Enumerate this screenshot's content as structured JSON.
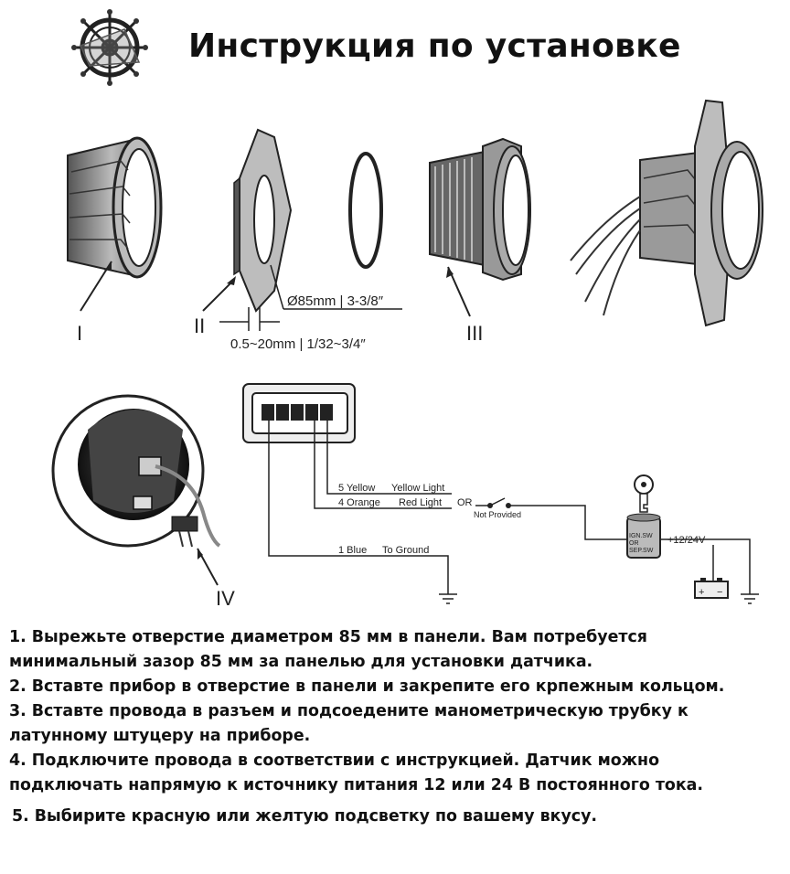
{
  "header": {
    "title": "Инструкция по установке"
  },
  "diagram": {
    "part_labels": [
      "I",
      "II",
      "III",
      "IV"
    ],
    "dimensions": {
      "hole": "Ø85mm | 3-3/8″",
      "panel": "0.5~20mm | 1/32~3/4″"
    },
    "wiring": {
      "wire5_number_color": "5 Yellow",
      "wire5_function": "Yellow Light",
      "wire4_number_color": "4 Orange",
      "wire4_function": "Red Light",
      "wire1_number_color": "1 Blue",
      "wire1_function": "To Ground",
      "or_label": "OR",
      "not_provided": "Not Provided",
      "switch_label_1": "IGN.SW",
      "switch_label_2": "OR",
      "switch_label_3": "SEP.SW",
      "supply": "+12/24V",
      "battery_plus": "+",
      "battery_minus": "−"
    }
  },
  "instructions": {
    "step1_line1": "1. Вырежьте отверстие диаметром 85 мм в панели. Вам потребуется",
    "step1_line2": "минимальный зазор 85 мм за панелью для установки датчика.",
    "step2": "2. Вставте прибор в отверстие в панели и закрепите его крпежным кольцом.",
    "step3_line1": "3. Вставте провода в разъем и подсоедените манометрическую трубку к",
    "step3_line2": "латунному штуцеру на приборе.",
    "step4_line1": "4. Подключите провода в соответствии с инструкцией. Датчик можно",
    "step4_line2": "подключать напрямую к источнику питания 12 или 24 В постоянного тока.",
    "step5": "5. Выбирите красную или желтую подсветку по вашему вкусу."
  }
}
